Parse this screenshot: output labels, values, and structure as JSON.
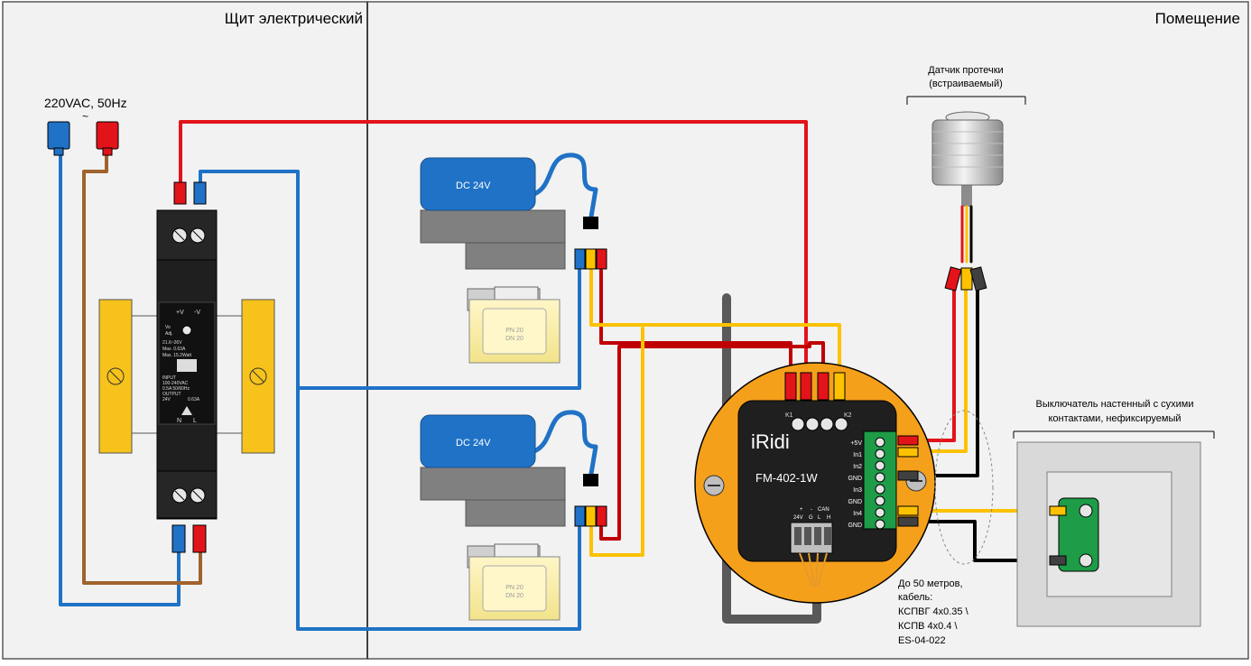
{
  "zones": {
    "panel_label": "Щит электрический",
    "room_label": "Помещение"
  },
  "power": {
    "mains_label": "220VAC, 50Hz",
    "tilde": "~",
    "psu": {
      "v_plus": "+V",
      "v_minus": "-V",
      "vo": "Vo",
      "adj": "Adj.",
      "spec1": "21.6~26V",
      "spec2": "Max. 0.63A",
      "spec3": "Max. 15.2Watt",
      "input": "INPUT",
      "input2": "100-240VAC",
      "input3": "0.5A 50/60Hz",
      "output": "OUTPUT",
      "output2": "24V",
      "output3": "0.63A",
      "term_n": "N",
      "term_l": "L"
    }
  },
  "valves": [
    {
      "actuator_label": "DC 24V",
      "body_label1": "PN 20",
      "body_label2": "DN 20"
    },
    {
      "actuator_label": "DC 24V",
      "body_label1": "PN 20",
      "body_label2": "DN 20"
    }
  ],
  "controller": {
    "brand": "iRidi",
    "model": "FM-402-1W",
    "relay_k1": "K1",
    "relay_k2": "K2",
    "pins": [
      "+5V",
      "In1",
      "In2",
      "GND",
      "In3",
      "GND",
      "In4",
      "GND"
    ],
    "bottom_plus": "+",
    "bottom_minus": "-",
    "bottom_24v": "24V",
    "bottom_g": "G",
    "bottom_can": "CAN",
    "bottom_l": "L",
    "bottom_h": "H"
  },
  "leak_sensor": {
    "title1": "Датчик протечки",
    "title2": "(встраиваемый)"
  },
  "switch": {
    "title1": "Выключатель настенный с сухими",
    "title2": "контактами, нефиксируемый"
  },
  "cable_note": {
    "line1": "До 50 метров,",
    "line2": "кабель:",
    "line3": "КСПВГ 4х0.35 \\",
    "line4": "КСПВ 4х0.4 \\",
    "line5": "ES-04-022"
  },
  "colors": {
    "red_wire": "#e3131a",
    "dark_red_wire": "#c00000",
    "blue_wire": "#1f72c6",
    "brown_wire": "#a0622d",
    "yellow_wire": "#fcc200",
    "black_wire": "#000000",
    "gray_wire": "#595959",
    "controller_orange": "#f5a01b",
    "bracket_yellow": "#f6c21b",
    "panel_bg": "#f2f2f2"
  }
}
